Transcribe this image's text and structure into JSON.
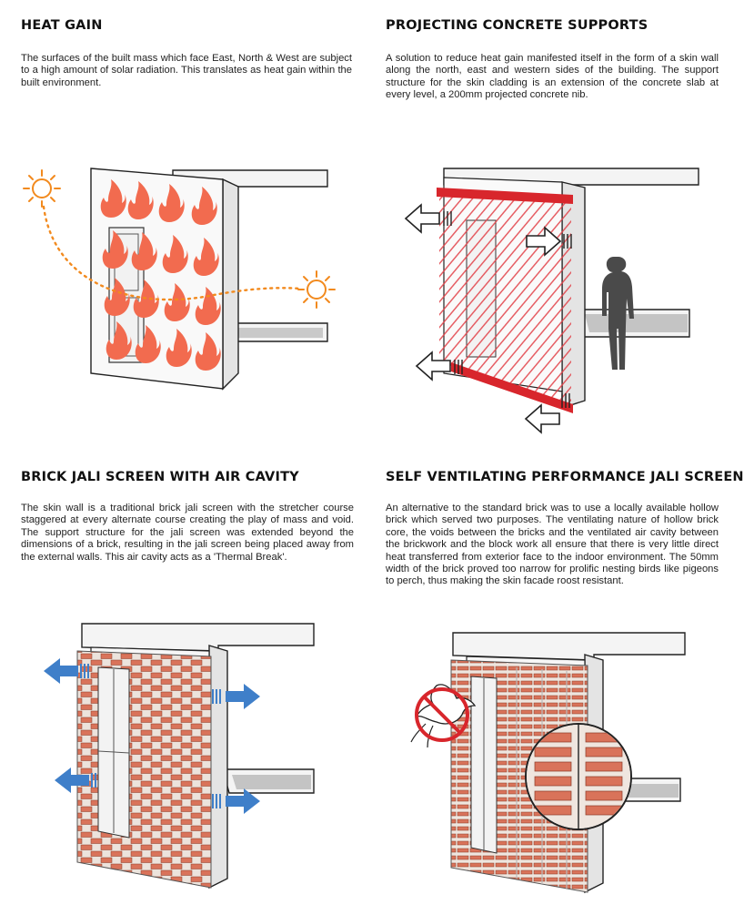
{
  "panels": [
    {
      "title": "HEAT GAIN",
      "body": "The surfaces of the built mass which face East, North & West are subject to a high amount of solar radiation. This translates as heat gain within the built environment."
    },
    {
      "title": "PROJECTING CONCRETE SUPPORTS",
      "body": "A solution to  reduce heat gain manifested itself in the form of a skin wall along the north, east and western sides of the building. The support structure for the skin cladding is an extension of the concrete slab at every level, a 200mm projected concrete nib."
    },
    {
      "title": "BRICK JALI SCREEN WITH AIR CAVITY",
      "body": "The skin wall is a traditional brick jali screen with the stretcher course staggered at every alternate course creating the play of mass and void. The support structure for the jali screen was extended beyond the dimensions of a brick, resulting in the jali screen being placed away from the external walls. This air cavity acts as a 'Thermal Break'."
    },
    {
      "title": "SELF VENTILATING PERFORMANCE JALI SCREEN",
      "body": "An alternative to the standard brick was to use a locally available hollow brick which served two purposes. The ventilating nature of hollow brick core, the voids between the bricks and the ventilated air cavity between the brickwork and the block work all ensure that there is very little direct heat transferred from exterior face to the indoor environment. The 50mm width of the brick proved too narrow for prolific nesting birds like pigeons to perch, thus making the skin facade roost resistant."
    }
  ],
  "colors": {
    "flame": "#f26b4f",
    "sun": "#f28a1e",
    "cladding_red": "#d8262c",
    "brick": "#d9735a",
    "air_arrow": "#3f7fc9",
    "concrete": "#f4f4f4",
    "shadow": "#bdbdbd"
  },
  "icons": [
    "sun-icon",
    "flame-icon",
    "airflow-arrow-icon",
    "person-silhouette-icon",
    "no-bird-icon",
    "magnifier-circle-icon"
  ]
}
